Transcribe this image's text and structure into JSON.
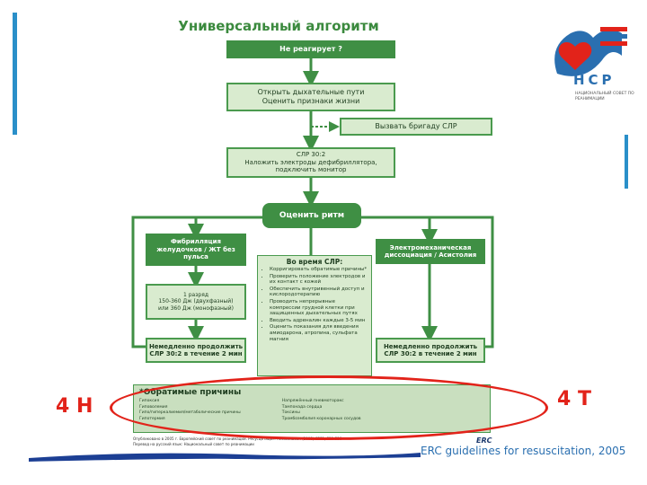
{
  "title": "Универсальный алгоритм",
  "flow": {
    "no_response": "Не реагирует ?",
    "open_airway": "Открыть дыхательные пути\nОценить признаки жизни",
    "call_team": "Вызвать бригаду СЛР",
    "cpr": "СЛР 30:2\nНаложить электроды дефибриллятора,\nподключить монитор",
    "assess_rhythm": "Оценить ритм",
    "vf_vt": "Фибрилляция\nжелудочков / ЖТ без\nпульса",
    "shock": "1 разряд\n150-360 Дж (двухфазный)\nили 360 Дж (монофазный)",
    "continue_left": "Немедленно продолжить\nСЛР 30:2 в течение 2 мин",
    "pea": "Электромеханическая\nдиссоциация / Асистолия",
    "continue_right": "Немедленно продолжить\nСЛР 30:2 в течение 2 мин"
  },
  "during_cpr": {
    "heading": "Во время СЛР:",
    "items": [
      "Корригировать обратимые причины*",
      "Проверить положение электродов и их контакт с кожей",
      "Обеспечить внутривенный доступ и кислородотерапию",
      "Проводить непрерывные компрессии грудной клетки при защищенных дыхательных путях",
      "Вводить адреналин каждые 3-5 мин",
      "Оценить показания для введения амиодарона, атропина, сульфата магния"
    ]
  },
  "reversible": {
    "heading": "*Обратимые причины",
    "left": [
      "Гипоксия",
      "Гиповолемия",
      "Гипо/гиперкалиемия/метаболические причины",
      "Гипотермия"
    ],
    "right": [
      "Напряжённый пневмоторакс",
      "Тампонада сердца",
      "Токсины",
      "Тромбоэмболия коронарных сосудов"
    ]
  },
  "footnote": {
    "line1": "Опубликовано в 2005 г. Европейский совет по реанимации. Ресусцитация. Resuscitation (2005) 67S1, S39-S86",
    "line2": "Перевод на русский язык: Национальный совет по реанимации"
  },
  "labels": {
    "left": "4 Н",
    "right": "4 Т",
    "source": "ERC guidelines for resuscitation, 2005",
    "erc_small": "ERC"
  },
  "logo": {
    "word": "НСР",
    "sub": "НАЦИОНАЛЬНЫЙ СОВЕТ ПО РЕАНИМАЦИИ"
  },
  "colors": {
    "dark_green": "#3f8f44",
    "light_green": "#d9ebcf",
    "red": "#e2231a",
    "blue": "#2a6fb0"
  }
}
